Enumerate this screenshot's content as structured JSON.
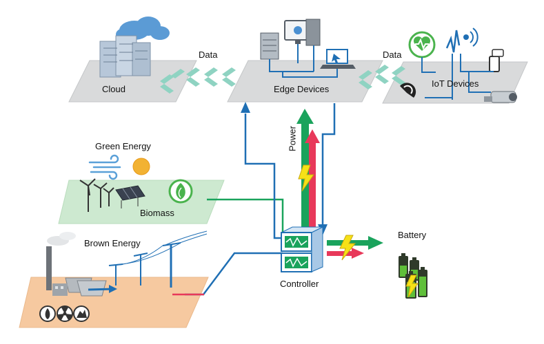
{
  "labels": {
    "cloud": "Cloud",
    "edge_devices": "Edge Devices",
    "iot_devices": "IoT Devices",
    "data_left": "Data",
    "data_right": "Data",
    "power": "Power",
    "green_energy": "Green Energy",
    "biomass": "Biomass",
    "brown_energy": "Brown Energy",
    "battery": "Battery",
    "controller": "Controller"
  },
  "colors": {
    "platform_gray": "#d9dadb",
    "platform_green": "#cde9d0",
    "platform_orange": "#f6c9a0",
    "line_blue": "#1f6fb4",
    "line_green": "#1aa35c",
    "line_red": "#e8395a",
    "data_chevron": "#8fd3c2",
    "bolt_yellow": "#f6e117",
    "battery_green": "#5fbf3a"
  },
  "icons": {
    "cloud": "cloud-server-icon",
    "edge": "desktop-computer-icon",
    "iot": "iot-devices-icon",
    "wind": "wind-icon",
    "sun": "sun-icon",
    "biomass": "biomass-icon",
    "factory": "power-plant-icon",
    "controller": "controller-icon",
    "battery": "battery-icon"
  }
}
